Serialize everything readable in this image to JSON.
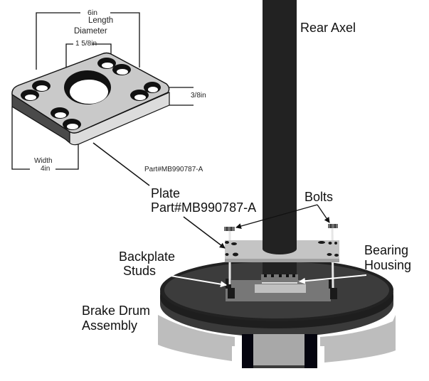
{
  "figure": {
    "title": "Rear axle plate and brake drum assembly diagram"
  },
  "plate_drawing": {
    "dimensions": {
      "length_value": "6in",
      "length_label": "Length",
      "diameter_label": "Diameter",
      "diameter_value": "1 5/8in",
      "thickness_value": "3/8in",
      "width_label": "Width",
      "width_value": "4in"
    },
    "part_number": "Part#MB990787-A"
  },
  "assembly_labels": {
    "rear_axle": "Rear Axel",
    "plate_line1": "Plate",
    "plate_line2": "Part#MB990787-A",
    "bolts": "Bolts",
    "backplate_studs_line1": "Backplate",
    "backplate_studs_line2": "Studs",
    "bearing_housing_line1": "Bearing",
    "bearing_housing_line2": "Housing",
    "brake_drum_line1": "Brake Drum",
    "brake_drum_line2": "Assembly"
  },
  "colors": {
    "axle": "#222222",
    "plate_top": "#c4c4c4",
    "plate_edge": "#a0a0a0",
    "drum_top": "#3c3c3c",
    "drum_rim": "#1e1e1e",
    "drum_band": "#bdbdbd",
    "hub_dark": "#05050f",
    "hub_light": "#a8a8a8"
  }
}
